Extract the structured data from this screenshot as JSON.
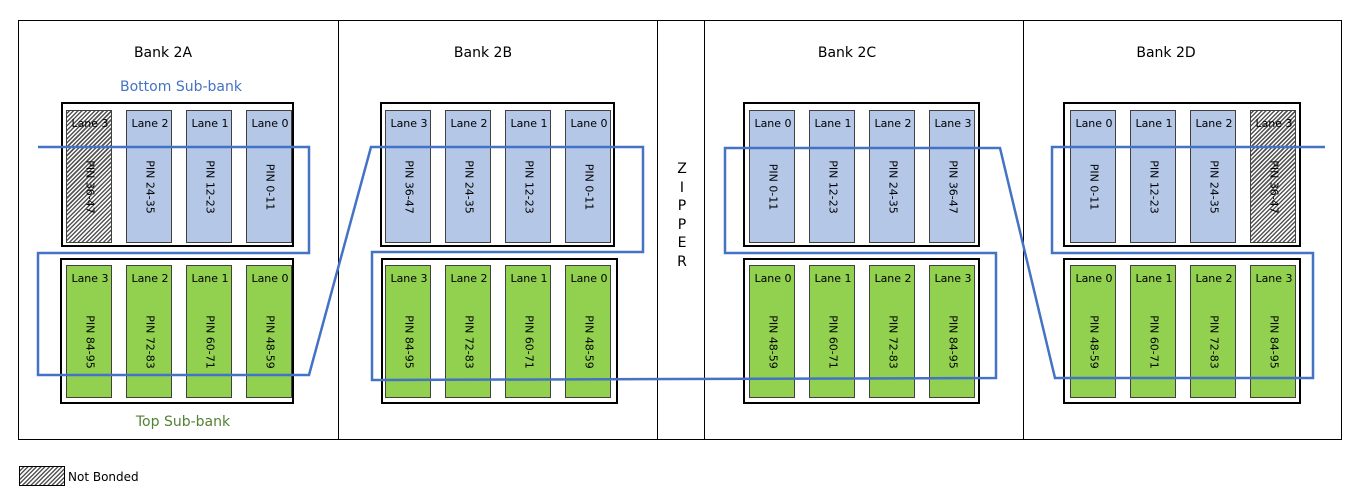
{
  "colors": {
    "bottom_subbank": "#4472c4",
    "top_subbank": "#548235",
    "lane_blue": "#b4c7e7",
    "lane_green": "#92d050",
    "path": "#4472c4"
  },
  "labels": {
    "bottom_subbank": "Bottom Sub-bank",
    "top_subbank": "Top Sub-bank",
    "zipper": "ZIPPER",
    "legend": "Not Bonded"
  },
  "banks": [
    {
      "title": "Bank 2A",
      "top": [
        {
          "lane": "Lane 3",
          "pin": "PIN 36-47",
          "bonded": false
        },
        {
          "lane": "Lane 2",
          "pin": "PIN 24-35",
          "bonded": true
        },
        {
          "lane": "Lane 1",
          "pin": "PIN 12-23",
          "bonded": true
        },
        {
          "lane": "Lane 0",
          "pin": "PIN 0-11",
          "bonded": true
        }
      ],
      "bottom": [
        {
          "lane": "Lane 3",
          "pin": "PIN 84-95"
        },
        {
          "lane": "Lane 2",
          "pin": "PIN 72-83"
        },
        {
          "lane": "Lane 1",
          "pin": "PIN 60-71"
        },
        {
          "lane": "Lane 0",
          "pin": "PIN 48-59"
        }
      ]
    },
    {
      "title": "Bank 2B",
      "top": [
        {
          "lane": "Lane 3",
          "pin": "PIN 36-47",
          "bonded": true
        },
        {
          "lane": "Lane 2",
          "pin": "PIN 24-35",
          "bonded": true
        },
        {
          "lane": "Lane 1",
          "pin": "PIN 12-23",
          "bonded": true
        },
        {
          "lane": "Lane 0",
          "pin": "PIN 0-11",
          "bonded": true
        }
      ],
      "bottom": [
        {
          "lane": "Lane 3",
          "pin": "PIN 84-95"
        },
        {
          "lane": "Lane 2",
          "pin": "PIN 72-83"
        },
        {
          "lane": "Lane 1",
          "pin": "PIN 60-71"
        },
        {
          "lane": "Lane 0",
          "pin": "PIN 48-59"
        }
      ]
    },
    {
      "title": "Bank 2C",
      "top": [
        {
          "lane": "Lane 0",
          "pin": "PIN 0-11",
          "bonded": true
        },
        {
          "lane": "Lane 1",
          "pin": "PIN 12-23",
          "bonded": true
        },
        {
          "lane": "Lane 2",
          "pin": "PIN 24-35",
          "bonded": true
        },
        {
          "lane": "Lane 3",
          "pin": "PIN 36-47",
          "bonded": true
        }
      ],
      "bottom": [
        {
          "lane": "Lane 0",
          "pin": "PIN 48-59"
        },
        {
          "lane": "Lane 1",
          "pin": "PIN 60-71"
        },
        {
          "lane": "Lane 2",
          "pin": "PIN 72-83"
        },
        {
          "lane": "Lane 3",
          "pin": "PIN 84-95"
        }
      ]
    },
    {
      "title": "Bank 2D",
      "top": [
        {
          "lane": "Lane 0",
          "pin": "PIN 0-11",
          "bonded": true
        },
        {
          "lane": "Lane 1",
          "pin": "PIN 12-23",
          "bonded": true
        },
        {
          "lane": "Lane 2",
          "pin": "PIN 24-35",
          "bonded": true
        },
        {
          "lane": "Lane 3",
          "pin": "PIN 36-47",
          "bonded": false
        }
      ],
      "bottom": [
        {
          "lane": "Lane 0",
          "pin": "PIN 48-59"
        },
        {
          "lane": "Lane 1",
          "pin": "PIN 60-71"
        },
        {
          "lane": "Lane 2",
          "pin": "PIN 72-83"
        },
        {
          "lane": "Lane 3",
          "pin": "PIN 84-95"
        }
      ]
    }
  ]
}
